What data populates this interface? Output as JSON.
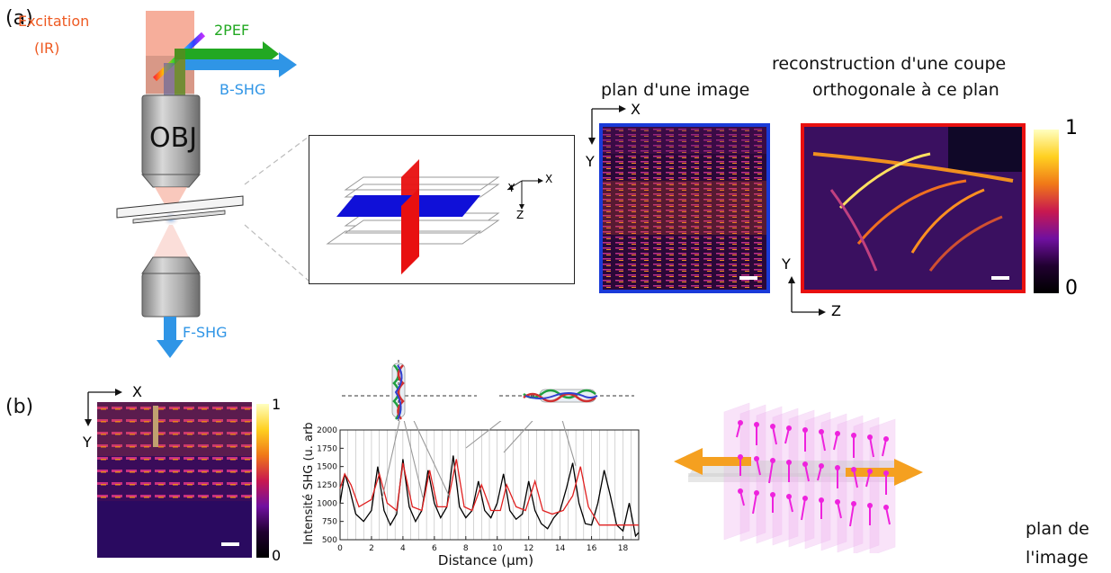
{
  "panel_a": {
    "tag": "(a)",
    "excitation_label": "Excitation",
    "excitation_sublabel": "(IR)",
    "tpef_label": "2PEF",
    "bshg_label": "B-SHG",
    "fshg_label": "F-SHG",
    "objective_label": "OBJ",
    "schema_axis_x": "X",
    "schema_axis_y": "Y",
    "schema_axis_z": "Z",
    "image_plane_title": "plan d'une image",
    "ortho_title_line1": "reconstruction d'une coupe",
    "ortho_title_line2": "orthogonale à ce plan",
    "image_axis_x": "X",
    "image_axis_y": "Y",
    "ortho_axis_y": "Y",
    "ortho_axis_z": "Z",
    "colorbar_max": "1",
    "colorbar_min": "0",
    "colors": {
      "excitation": "#f4a08a",
      "tpef": "#22a822",
      "shg": "#2f95e6",
      "plane_blue": "#1010d8",
      "plane_red": "#e81010"
    }
  },
  "panel_b": {
    "tag": "(b)",
    "image_axis_x": "X",
    "image_axis_y": "Y",
    "colorbar_max": "1",
    "colorbar_min": "0",
    "plan_label_line1": "plan de",
    "plan_label_line2": "l'image",
    "colors": {
      "arrow": "#f5a020",
      "dipole": "#ee22dd"
    }
  },
  "chart_data": {
    "type": "line",
    "xlabel": "Distance (µm)",
    "ylabel": "Intensité SHG (u. arb.)",
    "xlim": [
      0,
      19
    ],
    "ylim": [
      500,
      2000
    ],
    "xticks": [
      0,
      2,
      4,
      6,
      8,
      10,
      12,
      14,
      16,
      18
    ],
    "yticks": [
      500,
      750,
      1000,
      1250,
      1500,
      1750,
      2000
    ],
    "grid": "vertical",
    "series": [
      {
        "color": "#000000",
        "x": [
          0,
          0.3,
          0.6,
          1.0,
          1.5,
          2.0,
          2.4,
          2.8,
          3.2,
          3.6,
          4.0,
          4.4,
          4.8,
          5.2,
          5.6,
          6.0,
          6.4,
          6.8,
          7.2,
          7.6,
          8.0,
          8.4,
          8.8,
          9.2,
          9.6,
          10.0,
          10.4,
          10.8,
          11.2,
          11.6,
          12.0,
          12.4,
          12.8,
          13.2,
          13.6,
          14.0,
          14.4,
          14.8,
          15.2,
          15.6,
          16.0,
          16.4,
          16.8,
          17.2,
          17.6,
          18.0,
          18.4,
          18.8,
          19.0
        ],
        "y": [
          1000,
          1400,
          1200,
          850,
          750,
          900,
          1500,
          900,
          700,
          850,
          1600,
          950,
          750,
          900,
          1450,
          1000,
          800,
          950,
          1650,
          950,
          800,
          900,
          1300,
          900,
          800,
          1000,
          1400,
          900,
          780,
          850,
          1300,
          900,
          720,
          650,
          800,
          900,
          1200,
          1550,
          1000,
          720,
          700,
          1000,
          1450,
          1100,
          700,
          620,
          1000,
          550,
          600
        ]
      },
      {
        "color": "#e02020",
        "x": [
          0,
          0.3,
          0.7,
          1.2,
          2.0,
          2.5,
          3.0,
          3.6,
          4.0,
          4.6,
          5.2,
          5.7,
          6.2,
          6.8,
          7.4,
          7.9,
          8.4,
          9.0,
          9.6,
          10.2,
          10.6,
          11.2,
          11.8,
          12.4,
          12.9,
          13.5,
          14.2,
          14.8,
          15.3,
          15.8,
          16.5,
          17.3,
          18.2,
          19.0
        ],
        "y": [
          1200,
          1400,
          1250,
          950,
          1050,
          1400,
          1000,
          900,
          1550,
          950,
          900,
          1450,
          950,
          950,
          1600,
          950,
          900,
          1250,
          900,
          900,
          1250,
          950,
          900,
          1300,
          900,
          850,
          900,
          1100,
          1500,
          950,
          700,
          700,
          700,
          700
        ]
      }
    ]
  }
}
